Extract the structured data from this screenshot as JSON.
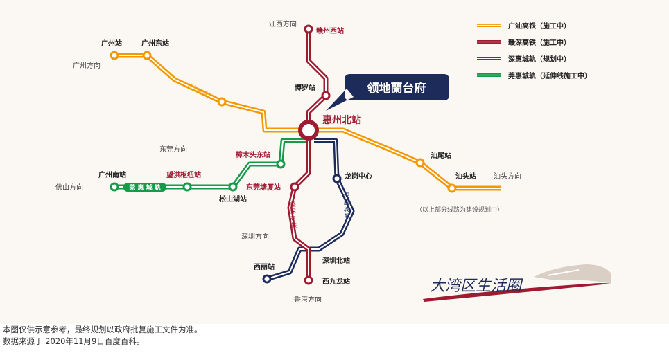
{
  "legend": [
    {
      "label": "广汕高铁（施工中）",
      "color": "#f39800",
      "style": "solid"
    },
    {
      "label": "赣深高铁（施工中）",
      "color": "#9e1b32",
      "style": "solid"
    },
    {
      "label": "深惠城轨（规划中）",
      "color": "#1d2b5a",
      "style": "solid"
    },
    {
      "label": "莞惠城轨（延伸线施工中）",
      "color": "#159a4a",
      "style": "solid"
    }
  ],
  "callout": "领地蘭台府",
  "hub_station": "惠州北站",
  "directions": {
    "jiangxi": "江西方向",
    "guangzhou": "广州方向",
    "dongguan": "东莞方向",
    "foshan": "佛山方向",
    "shenzhen": "深圳方向",
    "shantou": "汕头方向",
    "hongkong": "香港方向"
  },
  "stations": {
    "ganzhouxi": "赣州西站",
    "boluo": "博罗站",
    "guangzhou": "广州站",
    "guangzhoudong": "广州东站",
    "guangzhounan": "广州南站",
    "wanghongshu": "望洪枢纽站",
    "zhangmutoudong": "樟木头东站",
    "songshanhu": "松山湖站",
    "dongguantangxia": "东莞塘厦站",
    "longgang": "龙岗中心",
    "shanwei": "汕尾站",
    "shantou": "汕头站",
    "xili": "西丽站",
    "shenzhenbei": "深圳北站",
    "xijiulong": "西九龙站"
  },
  "line_labels": {
    "guangshan": "广汕高铁",
    "ganshen": "赣深高铁",
    "shenhui": "深惠城轨",
    "guanhui": "莞 惠 城 轨"
  },
  "note": "（以上部分线路为建设规划中）",
  "brand": {
    "text": "大湾区生活圈"
  },
  "footer": [
    "本图仅供示意参考，最终规划以政府批复施工文件为准。",
    "数据来源于 2020年11月9日百度百科。"
  ]
}
